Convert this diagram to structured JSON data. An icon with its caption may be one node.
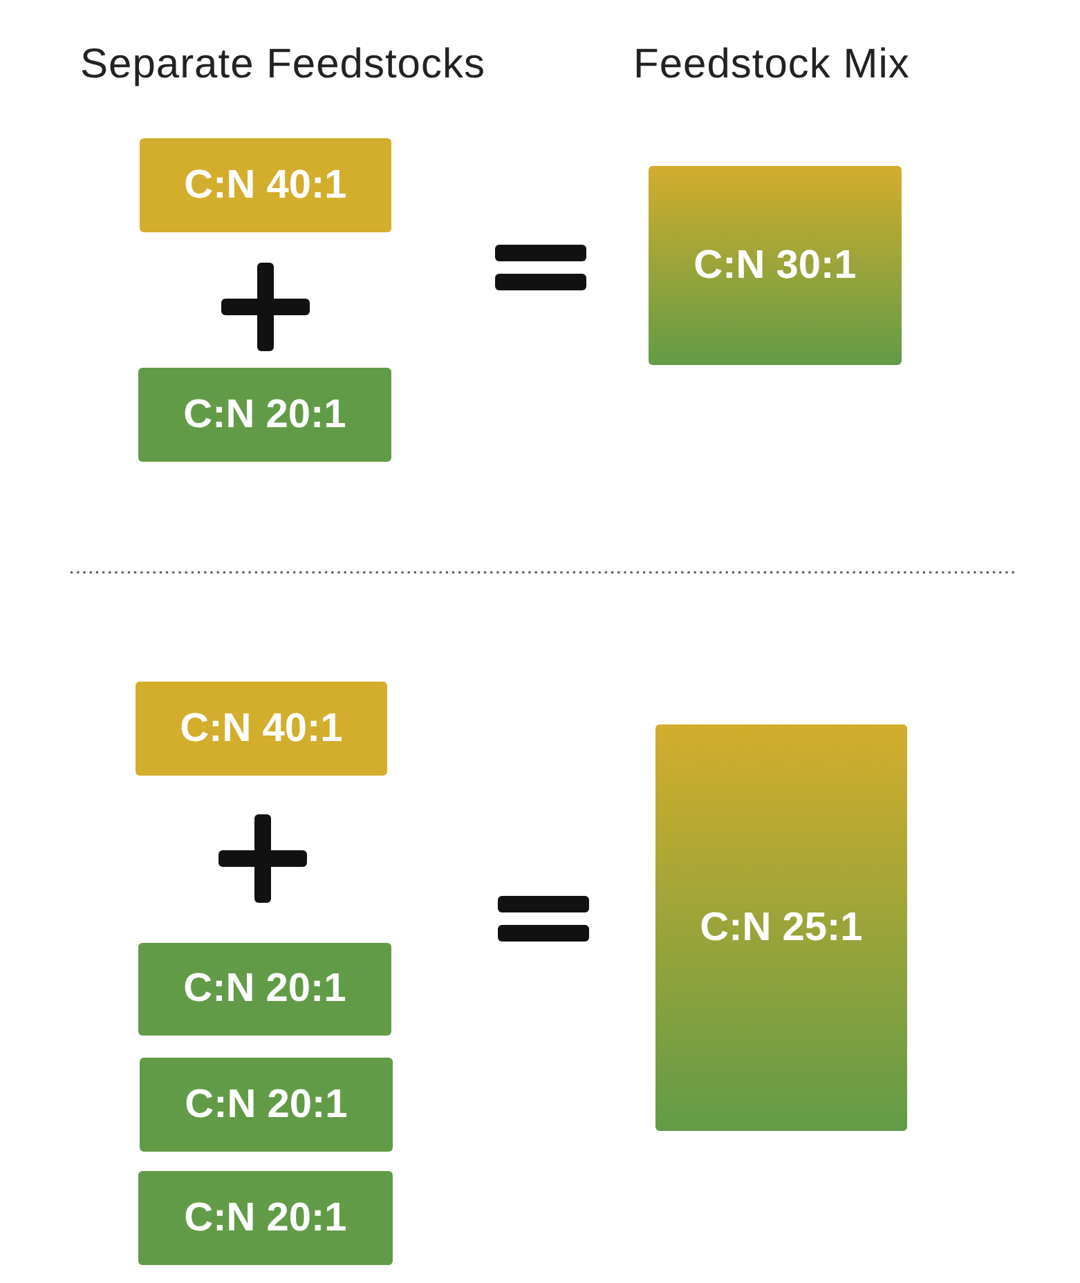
{
  "diagram": {
    "nodes": [
      {
        "text": [
          "C:N 40:1"
        ]
      },
      {
        "text": [
          "C:N 20:1"
        ]
      },
      {
        "text": [
          "C:N 30:1"
        ]
      },
      {
        "text": [
          "C:N 40:1"
        ]
      },
      {
        "text": [
          "C:N 20:1"
        ]
      },
      {
        "text": [
          "C:N 20:1"
        ]
      },
      {
        "text": [
          "C:N 20:1"
        ]
      },
      {
        "text": [
          "C:N 25:1"
        ]
      }
    ],
    "labels": [
      "Separate Feedstocks",
      "Feedstock Mix"
    ]
  }
}
